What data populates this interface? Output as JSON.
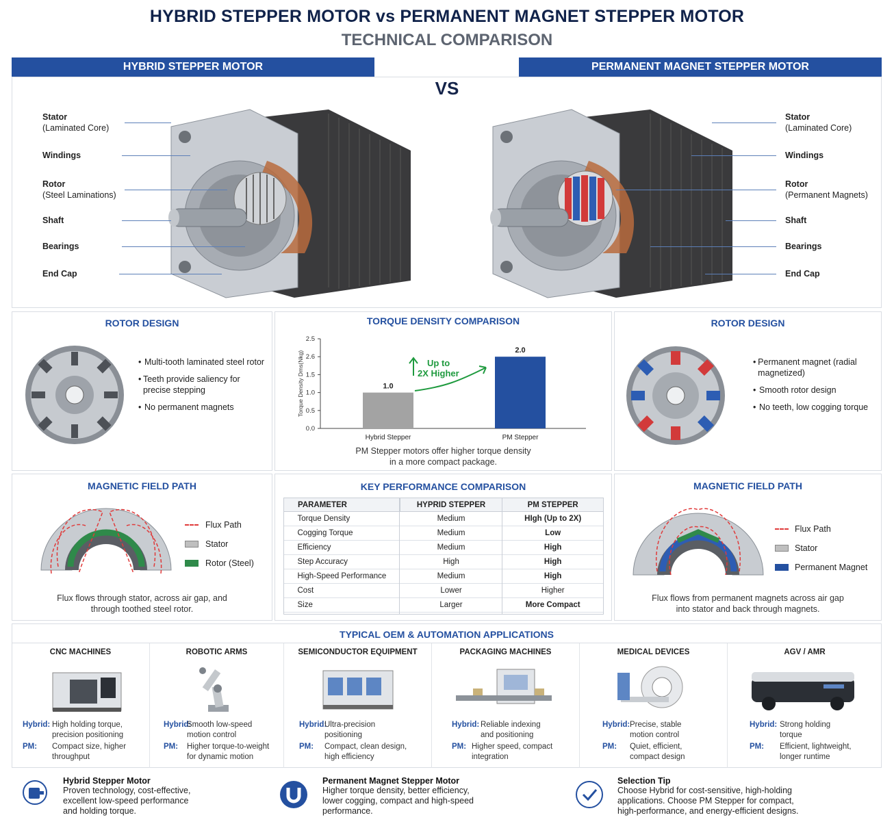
{
  "header": {
    "title": "HYBRID STEPPER MOTOR vs PERMANENT MAGNET STEPPER MOTOR",
    "subtitle": "TECHNICAL COMPARISON",
    "left_banner": "HYBRID STEPPER MOTOR",
    "right_banner": "PERMANENT MAGNET STEPPER MOTOR",
    "vs": "VS"
  },
  "hybrid_labels": [
    {
      "name": "Stator",
      "sub": "(Laminated Core)"
    },
    {
      "name": "Windings",
      "sub": ""
    },
    {
      "name": "Rotor",
      "sub": "(Steel Laminations)"
    },
    {
      "name": "Shaft",
      "sub": ""
    },
    {
      "name": "Bearings",
      "sub": ""
    },
    {
      "name": "End Cap",
      "sub": ""
    }
  ],
  "pm_labels": [
    {
      "name": "Stator",
      "sub": "(Laminated Core)"
    },
    {
      "name": "Windings",
      "sub": ""
    },
    {
      "name": "Rotor",
      "sub": "(Permanent Magnets)"
    },
    {
      "name": "Shaft",
      "sub": ""
    },
    {
      "name": "Bearings",
      "sub": ""
    },
    {
      "name": "End Cap",
      "sub": ""
    }
  ],
  "rotor_left": {
    "title": "ROTOR DESIGN",
    "bullets": [
      "Multi-tooth laminated steel rotor",
      "Teeth provide saliency for precise stepping",
      "No permanent magnets"
    ]
  },
  "rotor_right": {
    "title": "ROTOR DESIGN",
    "bullets": [
      "Permanent magnet (radial magnetized)",
      "Smooth rotor design",
      "No teeth, low cogging torque"
    ]
  },
  "torque": {
    "title": "TORQUE DENSITY COMPARISON",
    "callout": [
      "Up to",
      "2X Higher"
    ],
    "caption": [
      "PM Stepper motors offer higher torque density",
      "in a more compact package."
    ]
  },
  "chart_data": {
    "type": "bar",
    "title": "TORQUE DENSITY COMPARISON",
    "categories": [
      "Hybrid Stepper",
      "PM Stepper"
    ],
    "values": [
      1.0,
      2.0
    ],
    "value_labels": [
      "1.0",
      "2.0"
    ],
    "ylabel": "Torque Density Dms(Nkg)",
    "yticks": [
      "0.0",
      "0.5",
      "1.0",
      "1.5",
      "2.6",
      "2.5"
    ],
    "ylim": [
      0,
      2.5
    ],
    "colors": [
      "#a3a3a3",
      "#2450a0"
    ]
  },
  "flux_left": {
    "title": "MAGNETIC FIELD PATH",
    "legend": [
      "Flux Path",
      "Stator",
      "Rotor (Steel)"
    ],
    "caption": [
      "Flux flows through stator, across air gap, and",
      "through toothed steel rotor."
    ]
  },
  "flux_right": {
    "title": "MAGNETIC FIELD PATH",
    "legend": [
      "Flux Path",
      "Stator",
      "Permanent Magnet"
    ],
    "caption": [
      "Flux flows from permanent magnets across air gap",
      "into stator and back through magnets."
    ]
  },
  "kpc": {
    "title": "KEY PERFORMANCE COMPARISON",
    "headers": [
      "PARAMETER",
      "HYPRID STEPPER",
      "PM STEPPER"
    ],
    "rows": [
      [
        "Torque Density",
        "Medium",
        "HIgh (Up to 2X)"
      ],
      [
        "Cogging Torque",
        "Medium",
        "Low"
      ],
      [
        "Efficiency",
        "Medium",
        "High"
      ],
      [
        "Step Accuracy",
        "High",
        "High"
      ],
      [
        "High-Speed Performance",
        "Medium",
        "High"
      ],
      [
        "Cost",
        "Lower",
        "Higher"
      ],
      [
        "Size",
        "Larger",
        "More Compact"
      ]
    ]
  },
  "apps": {
    "title": "TYPICAL OEM & AUTOMATION APPLICATIONS",
    "hybrid_key": "Hybrid:",
    "pm_key": "PM:",
    "items": [
      {
        "name": "CNC MACHINES",
        "hybrid": [
          "High holding torque,",
          "precision positioning"
        ],
        "pm": [
          "Compact size, higher",
          "throughput"
        ]
      },
      {
        "name": "ROBOTIC ARMS",
        "hybrid": [
          "Smooth low-speed",
          "motion control"
        ],
        "pm": [
          "Higher torque-to-weight",
          "for dynamic motion"
        ]
      },
      {
        "name": "SEMICONDUCTOR EQUIPMENT",
        "hybrid": [
          "Ultra-precision",
          "positioning"
        ],
        "pm": [
          "Compact, clean design,",
          "high efficiency"
        ]
      },
      {
        "name": "PACKAGING MACHINES",
        "hybrid": [
          "Reliable indexing",
          "and positioning"
        ],
        "pm": [
          "Higher speed, compact",
          "integration"
        ]
      },
      {
        "name": "MEDICAL DEVICES",
        "hybrid": [
          "Precise, stable",
          "motion control"
        ],
        "pm": [
          "Quiet, efficient,",
          "compact design"
        ]
      },
      {
        "name": "AGV / AMR",
        "hybrid": [
          "Strong holding",
          "torque"
        ],
        "pm": [
          "Efficient, lightweight,",
          "longer runtime"
        ]
      }
    ]
  },
  "footer": [
    {
      "title": "Hybrid Stepper Motor",
      "lines": [
        "Proven technology, cost-effective,",
        "excellent low-speed performance",
        "and holding torque."
      ]
    },
    {
      "title": "Permanent Magnet Stepper Motor",
      "lines": [
        "Higher torque density, better efficiency,",
        "lower cogging, compact and high-speed",
        "performance."
      ]
    },
    {
      "title": "Selection Tip",
      "lines": [
        "Choose Hybrid for cost-sensitive, high-holding",
        "applications. Choose PM Stepper for compact,",
        "high-performance, and energy-efficient designs."
      ]
    }
  ],
  "colors": {
    "accent": "#2450a0",
    "green": "#1e9a3e",
    "flux": "#e03a3a",
    "stator": "#bfbfbf",
    "rotor_steel": "#2f8a4a",
    "magnet": "#2450a0"
  }
}
